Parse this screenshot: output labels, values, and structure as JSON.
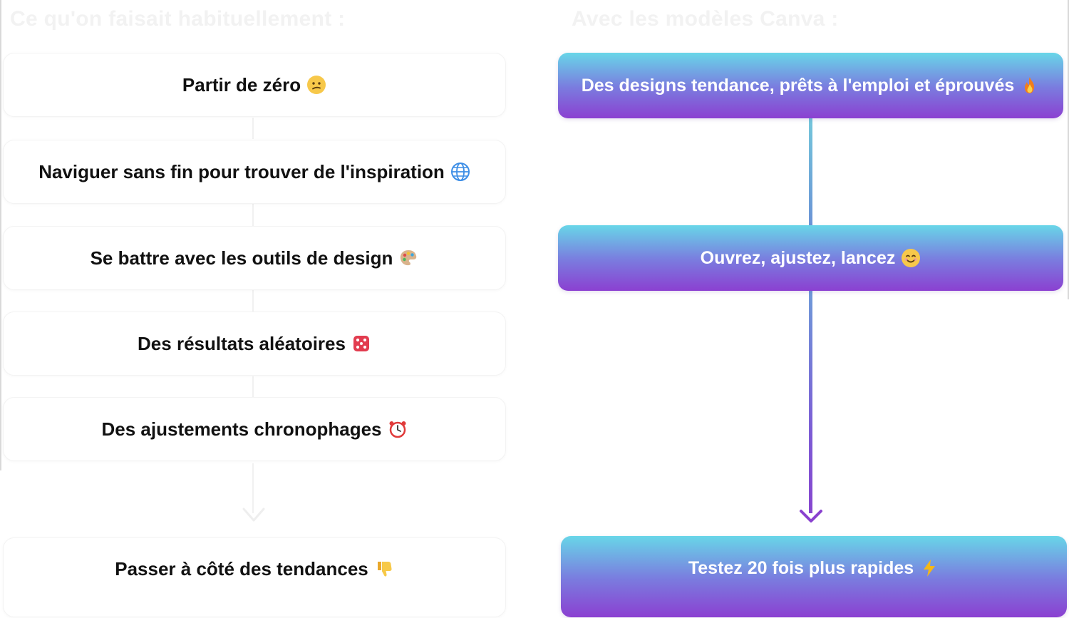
{
  "left_title": "Ce qu'on faisait habituellement :",
  "right_title": "Avec les modèles Canva :",
  "before_steps": [
    {
      "label": "Partir de zéro",
      "icon": "confused-face-icon"
    },
    {
      "label": "Naviguer sans fin pour trouver de l'inspiration",
      "icon": "globe-icon"
    },
    {
      "label": "Se battre avec les outils de design",
      "icon": "palette-icon"
    },
    {
      "label": "Des résultats aléatoires",
      "icon": "dice-icon"
    },
    {
      "label": "Des ajustements chronophages",
      "icon": "alarm-clock-icon"
    },
    {
      "label": "Passer à côté des tendances",
      "icon": "thumbs-down-icon"
    }
  ],
  "after_steps": [
    {
      "label": "Des designs tendance, prêts à l'emploi et éprouvés",
      "icon": "fire-icon"
    },
    {
      "label": "Ouvrez, ajustez, lancez",
      "icon": "smiling-face-icon"
    },
    {
      "label": "Testez 20 fois plus rapides",
      "icon": "lightning-icon"
    }
  ],
  "colors": {
    "gradient_top": "#68d6e8",
    "gradient_bottom": "#8b40d1",
    "text_dark": "#111111",
    "text_light": "#ffffff"
  }
}
